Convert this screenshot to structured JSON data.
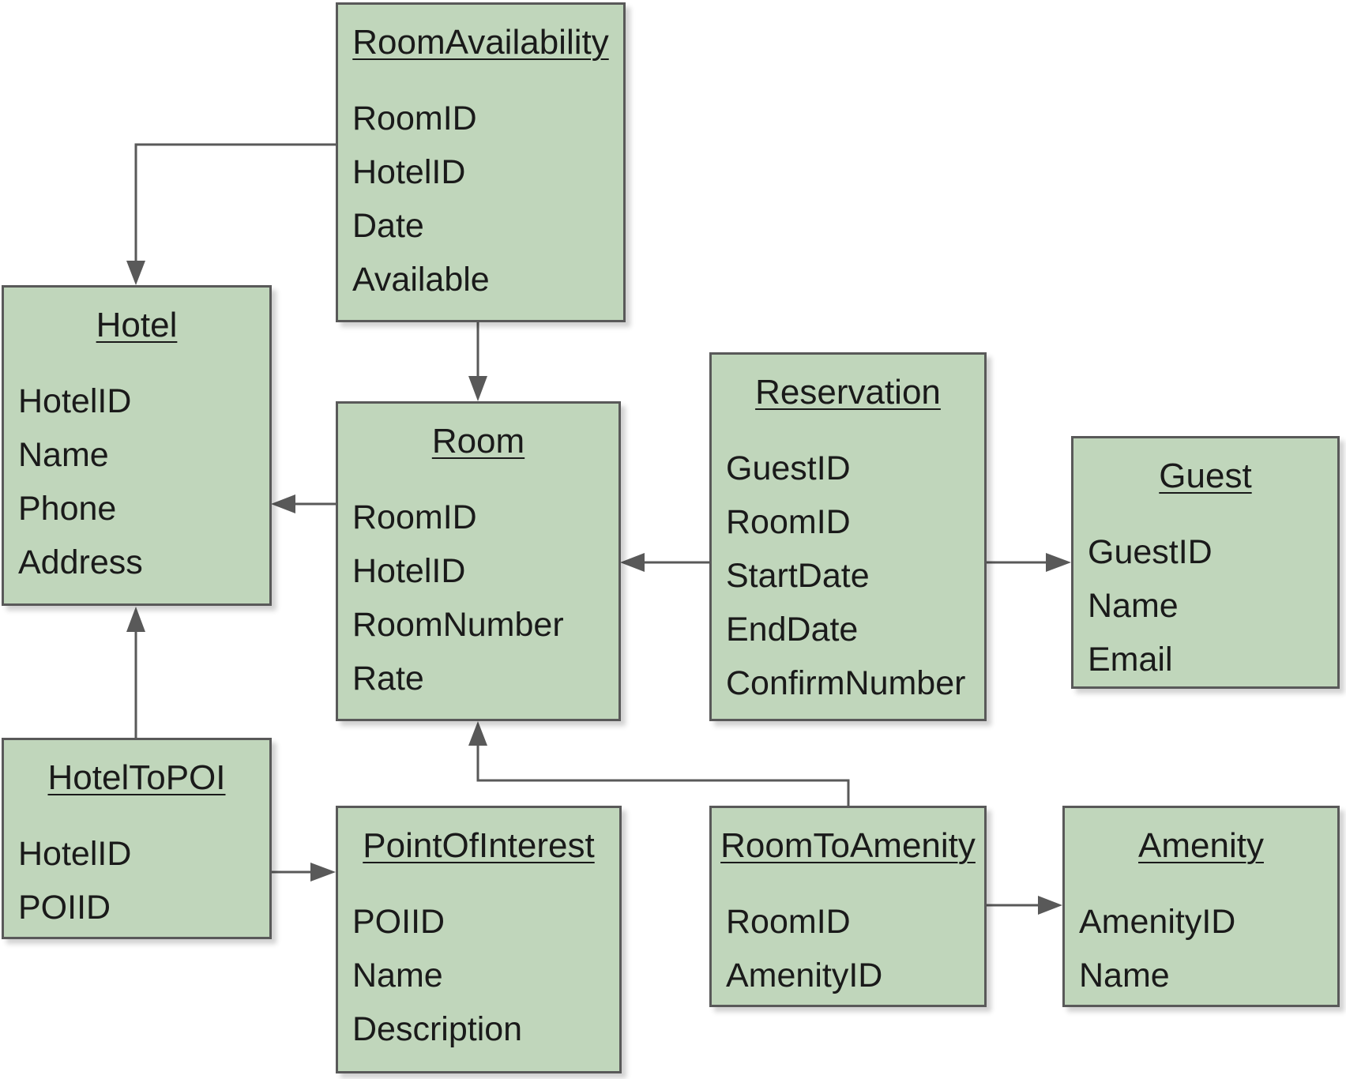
{
  "colors": {
    "entity_fill": "#c0d6bb",
    "entity_border": "#595959",
    "connector": "#595959"
  },
  "entities": {
    "room_availability": {
      "title": "RoomAvailability",
      "fields": [
        "RoomID",
        "HotelID",
        "Date",
        "Available"
      ]
    },
    "hotel": {
      "title": "Hotel",
      "fields": [
        "HotelID",
        "Name",
        "Phone",
        "Address"
      ]
    },
    "room": {
      "title": "Room",
      "fields": [
        "RoomID",
        "HotelID",
        "RoomNumber",
        "Rate"
      ]
    },
    "reservation": {
      "title": "Reservation",
      "fields": [
        "GuestID",
        "RoomID",
        "StartDate",
        "EndDate",
        "ConfirmNumber"
      ]
    },
    "guest": {
      "title": "Guest",
      "fields": [
        "GuestID",
        "Name",
        "Email"
      ]
    },
    "hotel_to_poi": {
      "title": "HotelToPOI",
      "fields": [
        "HotelID",
        "POIID"
      ]
    },
    "point_of_interest": {
      "title": "PointOfInterest",
      "fields": [
        "POIID",
        "Name",
        "Description"
      ]
    },
    "room_to_amenity": {
      "title": "RoomToAmenity",
      "fields": [
        "RoomID",
        "AmenityID"
      ]
    },
    "amenity": {
      "title": "Amenity",
      "fields": [
        "AmenityID",
        "Name"
      ]
    }
  },
  "relationships": [
    {
      "from": "RoomAvailability",
      "to": "Hotel"
    },
    {
      "from": "RoomAvailability",
      "to": "Room"
    },
    {
      "from": "Room",
      "to": "Hotel"
    },
    {
      "from": "Reservation",
      "to": "Room"
    },
    {
      "from": "Reservation",
      "to": "Guest"
    },
    {
      "from": "HotelToPOI",
      "to": "Hotel"
    },
    {
      "from": "HotelToPOI",
      "to": "PointOfInterest"
    },
    {
      "from": "RoomToAmenity",
      "to": "Room"
    },
    {
      "from": "RoomToAmenity",
      "to": "Amenity"
    }
  ]
}
